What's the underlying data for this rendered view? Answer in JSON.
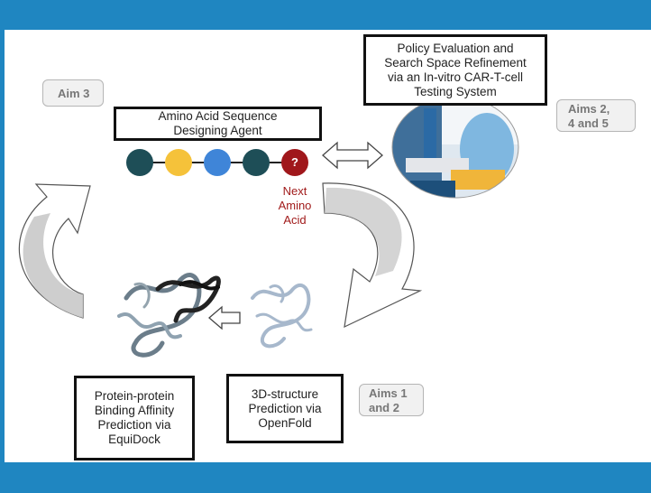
{
  "aims": {
    "aim3": "Aim 3",
    "aims245_line1": "Aims 2,",
    "aims245_line2": "4 and 5",
    "aims12_line1": "Aims 1",
    "aims12_line2": "and 2"
  },
  "boxes": {
    "policy": [
      "Policy Evaluation and",
      "Search Space Refinement",
      "via an In-vitro CAR-T-cell",
      "Testing System"
    ],
    "designer": [
      "Amino Acid Sequence",
      "Designing Agent"
    ],
    "equidock": [
      "Protein-protein",
      "Binding Affinity",
      "Prediction via",
      "EquiDock"
    ],
    "openfold": [
      "3D-structure",
      "Prediction via",
      "OpenFold"
    ]
  },
  "next_amino_acid": [
    "Next",
    "Amino",
    "Acid"
  ],
  "unknown_bead_symbol": "?",
  "colors": {
    "frame": "#1f86c1",
    "bead_dark_teal": "#1e4e57",
    "bead_yellow": "#f5c23a",
    "bead_blue": "#3f85d8",
    "bead_red": "#a0171b",
    "next_text": "#a11b1b"
  },
  "icons": {
    "lab_photo": "lab-pipette-photo",
    "docked_complex": "protein-complex-structure",
    "single_protein": "protein-structure"
  }
}
